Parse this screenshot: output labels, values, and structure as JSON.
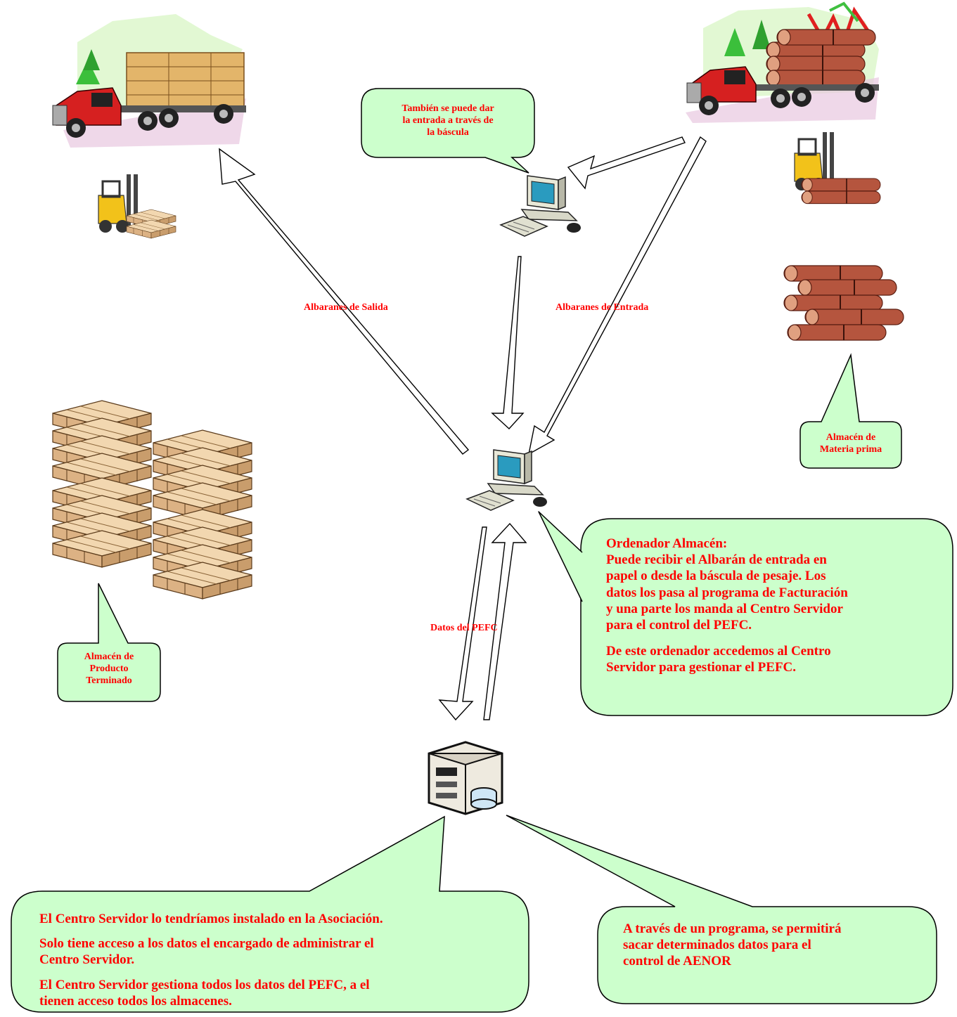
{
  "callouts": {
    "bascula": [
      "También se puede dar",
      "la entrada a través de",
      "la báscula"
    ],
    "materia_prima": [
      "Almacén de",
      "Materia prima"
    ],
    "producto_terminado": [
      "Almacén de",
      "Producto",
      "Terminado"
    ],
    "ordenador": {
      "title": "Ordenador Almacén:",
      "lines": [
        "Puede recibir el Albarán de entrada en",
        "papel o desde la báscula de pesaje. Los",
        "datos los pasa al programa de Facturación",
        "y una parte los manda al Centro Servidor",
        "para el control del PEFC."
      ],
      "lines2": [
        "De este ordenador accedemos al Centro",
        "Servidor para gestionar el PEFC."
      ]
    },
    "servidor": {
      "p1": "El Centro Servidor lo tendríamos instalado en la Asociación.",
      "p2": [
        "Solo tiene acceso a los datos el encargado de administrar el",
        "Centro Servidor."
      ],
      "p3": [
        "El Centro Servidor gestiona todos los datos del PEFC, a el",
        "tienen acceso todos los  almacenes."
      ]
    },
    "aenor": [
      "A través de un programa, se permitirá",
      "sacar determinados datos para el",
      "control de AENOR"
    ]
  },
  "labels": {
    "salida": "Albaranes de Salida",
    "entrada": "Albaranes de Entrada",
    "pefc": "Datos del PEFC"
  },
  "colors": {
    "callout_fill": "#ccffcc",
    "text": "#ff0000",
    "truck_cab": "#d62020",
    "logs": "#b5553e",
    "pallet": "#e8c9a0"
  },
  "icons": [
    "truck-lumber-icon",
    "truck-logs-icon",
    "forklift-icon",
    "computer-icon",
    "server-icon",
    "pallet-stack-icon",
    "log-pile-icon"
  ]
}
